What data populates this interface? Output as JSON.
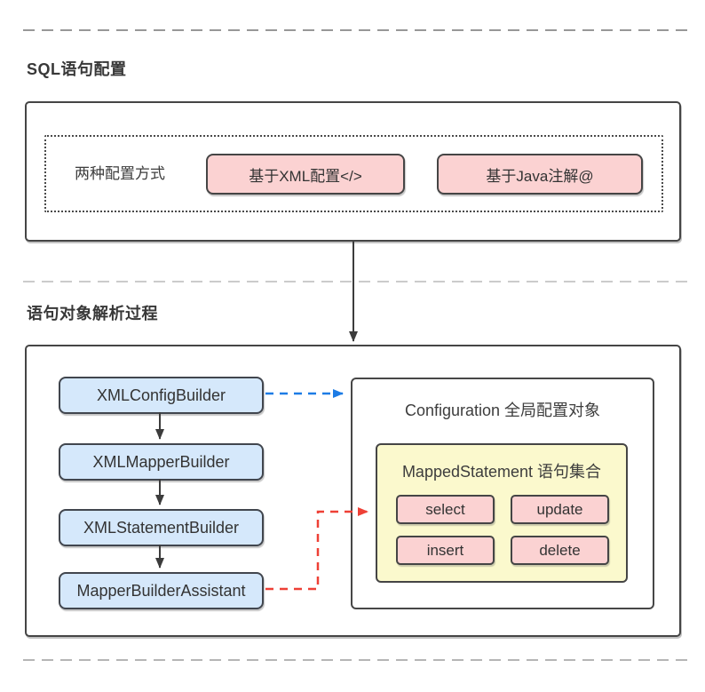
{
  "section1": {
    "heading": "SQL语句配置",
    "group_label": "两种配置方式",
    "options": [
      {
        "label": "基于XML配置</>"
      },
      {
        "label": "基于Java注解@"
      }
    ]
  },
  "section2": {
    "heading": "语句对象解析过程",
    "builders": [
      "XMLConfigBuilder",
      "XMLMapperBuilder",
      "XMLStatementBuilder",
      "MapperBuilderAssistant"
    ],
    "configuration": {
      "title": "Configuration 全局配置对象",
      "mapped_statement": {
        "title": "MappedStatement 语句集合",
        "statements": [
          "select",
          "update",
          "insert",
          "delete"
        ]
      }
    }
  },
  "colors": {
    "node_border": "#454545",
    "blue_fill": "#d5e8fb",
    "pink_fill": "#fbd2d2",
    "yellow_fill": "#fbf9cd",
    "arrow_dark": "#3c3c3c",
    "arrow_blue": "#1d7ce5",
    "arrow_red": "#ee4036",
    "separator_top": "#989898",
    "separator_mid": "#cbcbcb",
    "separator_bottom": "#b5b5b5"
  }
}
